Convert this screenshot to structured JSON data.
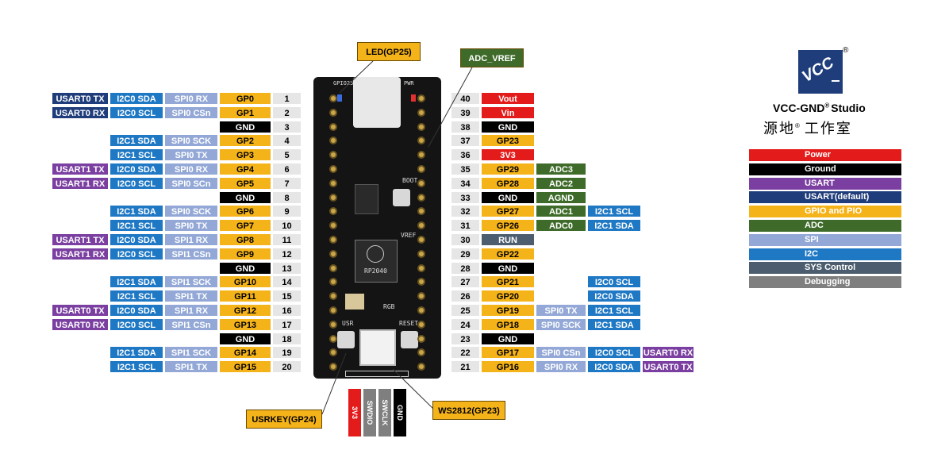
{
  "brand": {
    "logo_text": "VCC",
    "name": "VCC-GND",
    "reg": "®",
    "studio": "Studio",
    "chinese_a": "源地",
    "chinese_b": "工作室"
  },
  "callouts": {
    "led": "LED(GP25)",
    "adc_vref": "ADC_VREF",
    "usrkey": "USRKEY(GP24)",
    "ws2812": "WS2812(GP23)"
  },
  "board_labels": {
    "gp25": "GPIO25",
    "pwr": "PWR",
    "boot": "BOOT",
    "vref": "VREF",
    "chip": "RP2040",
    "rgb": "RGB",
    "usr": "USR",
    "reset": "RESET"
  },
  "left_pins": [
    {
      "num": "1",
      "gpio": "GP0",
      "spi": "SPI0 RX",
      "i2c": "I2C0 SDA",
      "uart": "USART0 TX",
      "uart_kind": "usart0"
    },
    {
      "num": "2",
      "gpio": "GP1",
      "spi": "SPI0 CSn",
      "i2c": "I2C0 SCL",
      "uart": "USART0 RX",
      "uart_kind": "usart0"
    },
    {
      "num": "3",
      "gpio": "GND",
      "gnd": true
    },
    {
      "num": "4",
      "gpio": "GP2",
      "spi": "SPI0 SCK",
      "i2c": "I2C1 SDA"
    },
    {
      "num": "5",
      "gpio": "GP3",
      "spi": "SPI0 TX",
      "i2c": "I2C1 SCL"
    },
    {
      "num": "6",
      "gpio": "GP4",
      "spi": "SPI0 RX",
      "i2c": "I2C0 SDA",
      "uart": "USART1 TX",
      "uart_kind": "usart"
    },
    {
      "num": "7",
      "gpio": "GP5",
      "spi": "SPI0 SCn",
      "i2c": "I2C0 SCL",
      "uart": "USART1 RX",
      "uart_kind": "usart"
    },
    {
      "num": "8",
      "gpio": "GND",
      "gnd": true
    },
    {
      "num": "9",
      "gpio": "GP6",
      "spi": "SPI0 SCK",
      "i2c": "I2C1 SDA"
    },
    {
      "num": "10",
      "gpio": "GP7",
      "spi": "SPI0 TX",
      "i2c": "I2C1 SCL"
    },
    {
      "num": "11",
      "gpio": "GP8",
      "spi": "SPI1 RX",
      "i2c": "I2C0 SDA",
      "uart": "USART1 TX",
      "uart_kind": "usart"
    },
    {
      "num": "12",
      "gpio": "GP9",
      "spi": "SPI1 CSn",
      "i2c": "I2C0 SCL",
      "uart": "USART1 RX",
      "uart_kind": "usart"
    },
    {
      "num": "13",
      "gpio": "GND",
      "gnd": true
    },
    {
      "num": "14",
      "gpio": "GP10",
      "spi": "SPI1 SCK",
      "i2c": "I2C1 SDA"
    },
    {
      "num": "15",
      "gpio": "GP11",
      "spi": "SPI1 TX",
      "i2c": "I2C1 SCL"
    },
    {
      "num": "16",
      "gpio": "GP12",
      "spi": "SPI1 RX",
      "i2c": "I2C0 SDA",
      "uart": "USART0 TX",
      "uart_kind": "usart"
    },
    {
      "num": "17",
      "gpio": "GP13",
      "spi": "SPI1 CSn",
      "i2c": "I2C0 SCL",
      "uart": "USART0 RX",
      "uart_kind": "usart"
    },
    {
      "num": "18",
      "gpio": "GND",
      "gnd": true
    },
    {
      "num": "19",
      "gpio": "GP14",
      "spi": "SPI1 SCK",
      "i2c": "I2C1 SDA"
    },
    {
      "num": "20",
      "gpio": "GP15",
      "spi": "SPI1 TX",
      "i2c": "I2C1 SCL"
    }
  ],
  "right_pins": [
    {
      "num": "40",
      "main": "Vout",
      "kind": "power"
    },
    {
      "num": "39",
      "main": "Vin",
      "kind": "power"
    },
    {
      "num": "38",
      "main": "GND",
      "kind": "gnd"
    },
    {
      "num": "37",
      "main": "GP23",
      "kind": "gpio"
    },
    {
      "num": "36",
      "main": "3V3",
      "kind": "power"
    },
    {
      "num": "35",
      "main": "GP29",
      "kind": "gpio",
      "adc": "ADC3"
    },
    {
      "num": "34",
      "main": "GP28",
      "kind": "gpio",
      "adc": "ADC2"
    },
    {
      "num": "33",
      "main": "GND",
      "kind": "gnd",
      "adc": "AGND"
    },
    {
      "num": "32",
      "main": "GP27",
      "kind": "gpio",
      "adc": "ADC1",
      "i2c": "I2C1 SCL"
    },
    {
      "num": "31",
      "main": "GP26",
      "kind": "gpio",
      "adc": "ADC0",
      "i2c": "I2C1 SDA"
    },
    {
      "num": "30",
      "main": "RUN",
      "kind": "sys"
    },
    {
      "num": "29",
      "main": "GP22",
      "kind": "gpio"
    },
    {
      "num": "28",
      "main": "GND",
      "kind": "gnd"
    },
    {
      "num": "27",
      "main": "GP21",
      "kind": "gpio",
      "i2c": "I2C0 SCL"
    },
    {
      "num": "26",
      "main": "GP20",
      "kind": "gpio",
      "i2c": "I2C0 SDA"
    },
    {
      "num": "25",
      "main": "GP19",
      "kind": "gpio",
      "spi": "SPI0 TX",
      "i2c": "I2C1 SCL"
    },
    {
      "num": "24",
      "main": "GP18",
      "kind": "gpio",
      "spi": "SPI0 SCK",
      "i2c": "I2C1 SDA"
    },
    {
      "num": "23",
      "main": "GND",
      "kind": "gnd"
    },
    {
      "num": "22",
      "main": "GP17",
      "kind": "gpio",
      "spi": "SPI0 CSn",
      "i2c": "I2C0 SCL",
      "uart": "USART0 RX"
    },
    {
      "num": "21",
      "main": "GP16",
      "kind": "gpio",
      "spi": "SPI0 RX",
      "i2c": "I2C0 SDA",
      "uart": "USART0 TX"
    }
  ],
  "legend": [
    {
      "label": "Power",
      "color": "#e41b1b"
    },
    {
      "label": "Ground",
      "color": "#000000"
    },
    {
      "label": "USART",
      "color": "#7a3fa0"
    },
    {
      "label": "USART(default)",
      "color": "#1f3d7a"
    },
    {
      "label": "GPIO and PIO",
      "color": "#f5b31a"
    },
    {
      "label": "ADC",
      "color": "#3f6b2a"
    },
    {
      "label": "SPI",
      "color": "#93a8d6"
    },
    {
      "label": "I2C",
      "color": "#1f78c4"
    },
    {
      "label": "SYS Control",
      "color": "#4b5d6e"
    },
    {
      "label": "Debugging",
      "color": "#7f7f7f"
    }
  ],
  "swd": [
    {
      "label": "3V3",
      "color": "#e41b1b",
      "text": "#ffffff"
    },
    {
      "label": "SWDIO",
      "color": "#7f7f7f",
      "text": "#ffffff"
    },
    {
      "label": "SWCLK",
      "color": "#7f7f7f",
      "text": "#ffffff"
    },
    {
      "label": "GND",
      "color": "#000000",
      "text": "#ffffff"
    }
  ]
}
